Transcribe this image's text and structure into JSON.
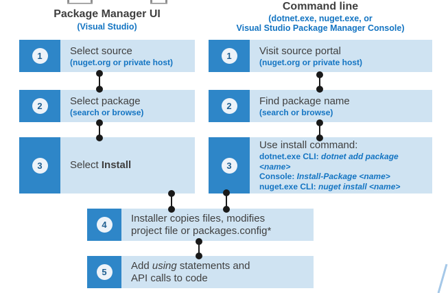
{
  "colors": {
    "badge_square": "#2e86c8",
    "box_fill": "#cfe3f2",
    "blue_text": "#1374c2",
    "dark_text": "#3f3f3f",
    "badge_number": "#205f90",
    "connector": "#1a1a1a",
    "diagonal_line": "#a5c8e8"
  },
  "columns": {
    "left": {
      "title": "Package Manager UI",
      "subtitle": "(Visual Studio)"
    },
    "right": {
      "title": "Command line",
      "subtitle_line1": "(dotnet.exe, nuget.exe, or",
      "subtitle_line2": "Visual Studio Package Manager Console)"
    }
  },
  "steps": {
    "left1": {
      "number": "1",
      "title": "Select source",
      "subtitle": "(nuget.org or private host)"
    },
    "left2": {
      "number": "2",
      "title": "Select package",
      "subtitle": "(search or browse)"
    },
    "left3": {
      "number": "3",
      "title_prefix": "Select ",
      "title_bold": "Install"
    },
    "right1": {
      "number": "1",
      "title": "Visit source portal",
      "subtitle": "(nuget.org or private host)"
    },
    "right2": {
      "number": "2",
      "title": "Find package name",
      "subtitle": "(search or browse)"
    },
    "right3": {
      "number": "3",
      "title": "Use install command:",
      "commands": [
        {
          "label": "dotnet.exe CLI: ",
          "command": "dotnet add package <name>"
        },
        {
          "label": "Console: ",
          "command": "Install-Package <name>"
        },
        {
          "label": "nuget.exe CLI: ",
          "command": "nuget install <name>"
        }
      ]
    },
    "step4": {
      "number": "4",
      "line1": "Installer copies files, modifies",
      "line2": "project file or packages.config*"
    },
    "step5": {
      "number": "5",
      "line1_prefix": "Add ",
      "line1_italic": "using",
      "line1_suffix": " statements and",
      "line2": "API calls to code"
    }
  }
}
